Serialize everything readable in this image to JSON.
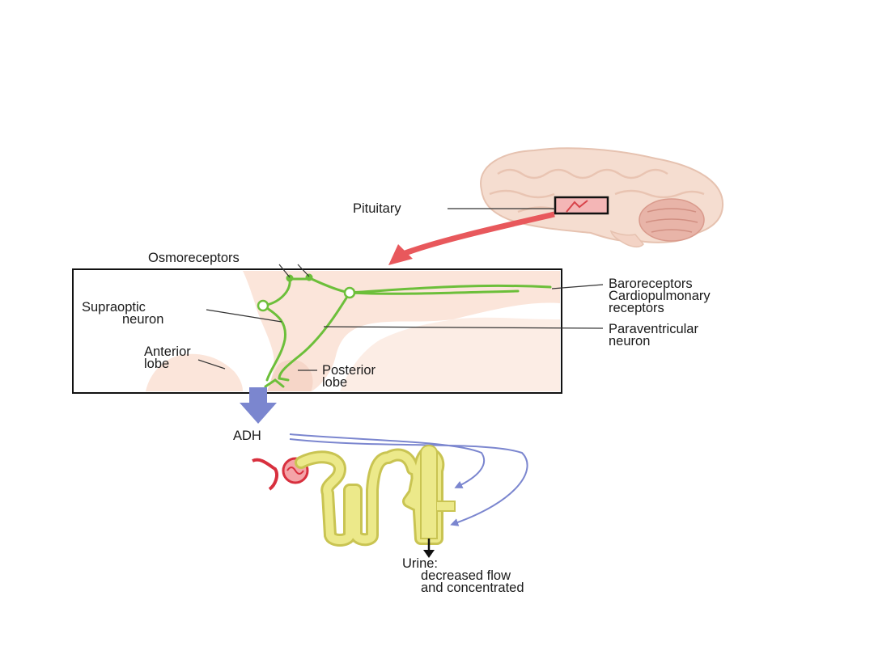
{
  "labels": {
    "pituitary": "Pituitary",
    "osmoreceptors": "Osmoreceptors",
    "baroreceptors": "Baroreceptors",
    "cardiopulmonary": "Cardiopulmonary",
    "receptors": "receptors",
    "supraoptic": "Supraoptic",
    "supraoptic_neuron": "neuron",
    "paraventricular": "Paraventricular",
    "paraventricular_neuron": "neuron",
    "anterior": "Anterior",
    "anterior_lobe": "lobe",
    "posterior": "Posterior",
    "posterior_lobe": "lobe",
    "adh": "ADH",
    "urine": "Urine:",
    "urine_line2": "decreased flow",
    "urine_line3": "and concentrated"
  },
  "colors": {
    "brain": "#f5ddd0",
    "brain_lines": "#e9c4b2",
    "cerebellum": "#e8b4a8",
    "tissue": "#fbe5da",
    "neuron": "#6cbf3a",
    "pointer_arrow": "#e8585c",
    "adh_arrow": "#7b86cf",
    "nephron": "#ece98a",
    "nephron_stroke": "#c9c452",
    "glomerulus": "#d8303e"
  }
}
